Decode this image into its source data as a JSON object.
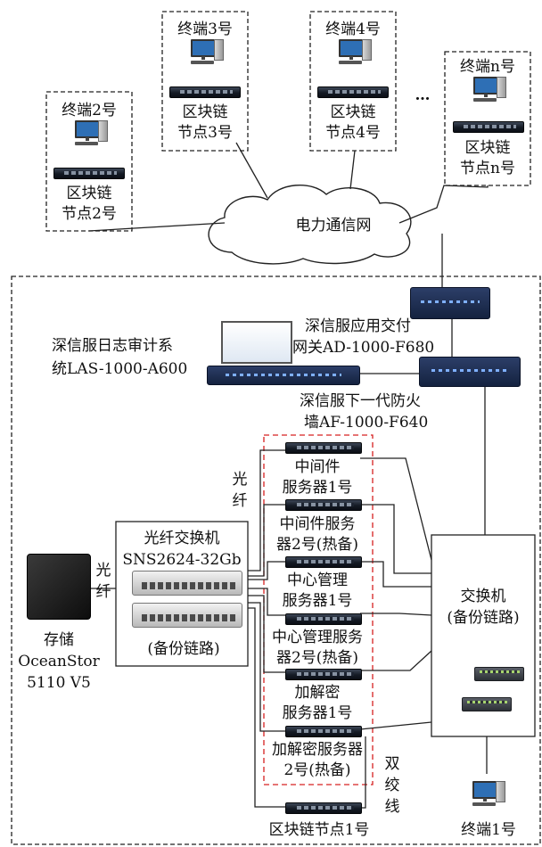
{
  "terminals": [
    {
      "id": "t2",
      "terminal": "终端2号",
      "node_line1": "区块链",
      "node_line2": "节点2号"
    },
    {
      "id": "t3",
      "terminal": "终端3号",
      "node_line1": "区块链",
      "node_line2": "节点3号"
    },
    {
      "id": "t4",
      "terminal": "终端4号",
      "node_line1": "区块链",
      "node_line2": "节点4号"
    },
    {
      "id": "tn",
      "terminal": "终端n号",
      "node_line1": "区块链",
      "node_line2": "节点n号"
    }
  ],
  "ellipsis": "…",
  "network": "电力通信网",
  "las": {
    "line1": "深信服日志审计系",
    "line2": "统LAS-1000-A600"
  },
  "ad": {
    "line1": "深信服应用交付",
    "line2": "网关AD-1000-F680"
  },
  "firewall": {
    "line1": "深信服下一代防火",
    "line2": "墙AF-1000-F640"
  },
  "fiber_label_top": {
    "line1": "光",
    "line2": "纤"
  },
  "fiber_label_left": {
    "line1": "光",
    "line2": "纤"
  },
  "fc_switch": {
    "line1": "光纤交换机",
    "line2": "SNS2624-32Gb",
    "backup": "(备份链路)"
  },
  "storage": {
    "line1": "存储",
    "line2": "OceanStor",
    "line3": "5110 V5"
  },
  "servers": [
    {
      "line1": "中间件",
      "line2": "服务器1号"
    },
    {
      "line1": "中间件服务",
      "line2": "器2号(热备)"
    },
    {
      "line1": "中心管理",
      "line2": "服务器1号"
    },
    {
      "line1": "中心管理服务",
      "line2": "器2号(热备)"
    },
    {
      "line1": "加解密",
      "line2": "服务器1号"
    },
    {
      "line1": "加解密服务器",
      "line2": "2号(热备)"
    }
  ],
  "switch": {
    "line1": "交换机",
    "line2": "(备份链路)"
  },
  "twisted_pair": {
    "line1": "双",
    "line2": "绞",
    "line3": "线"
  },
  "bottom_node": "区块链节点1号",
  "terminal1": "终端1号"
}
